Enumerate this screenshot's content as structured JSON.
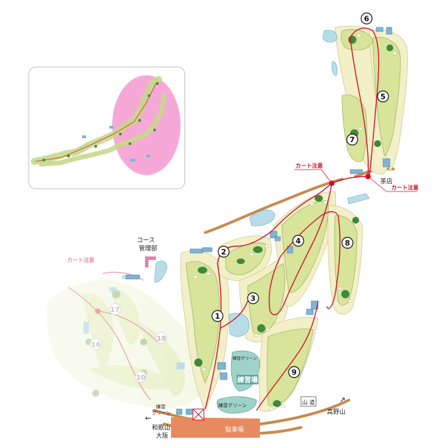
{
  "holes": [
    {
      "n": "1"
    },
    {
      "n": "2"
    },
    {
      "n": "3"
    },
    {
      "n": "4"
    },
    {
      "n": "5"
    },
    {
      "n": "6"
    },
    {
      "n": "7"
    },
    {
      "n": "8"
    },
    {
      "n": "9"
    }
  ],
  "faded_holes": [
    {
      "n": "10"
    },
    {
      "n": "16"
    },
    {
      "n": "17"
    },
    {
      "n": "18"
    }
  ],
  "labels": {
    "course_office_1": "コース",
    "course_office_2": "管理部",
    "cart_caution": "カート注意",
    "teahouse": "茶店",
    "practice_range": "練習場",
    "practice_green": "練習グリーン",
    "practice_green_small": "練習グリーン",
    "practice_green_left_1": "練習",
    "practice_green_left_2": "グリーン",
    "parking": "駐車場",
    "wakayama": "和歌山",
    "osaka": "大阪",
    "koyasan": "高野山",
    "mountain_road": "山 道"
  },
  "colors": {
    "fairway": "#d7e49a",
    "rough": "#f3f0c8",
    "green": "#3f8a3a",
    "water": "#b9dde8",
    "cart_path": "#d0102a",
    "road": "#c98a4a",
    "parking": "#e88a60",
    "highlight": "#f59ad0"
  }
}
